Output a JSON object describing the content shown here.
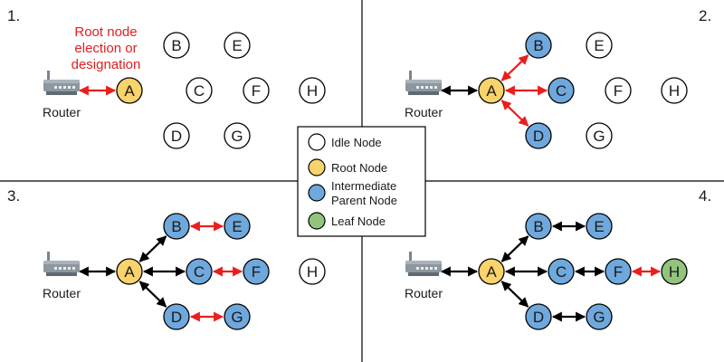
{
  "colors": {
    "idle": "#ffffff",
    "root": "#f9d36b",
    "parent": "#6fa8dc",
    "leaf": "#93c47d",
    "new_link": "#ee1c1c",
    "link": "#000000"
  },
  "router_label": "Router",
  "panels": [
    {
      "number": "1.",
      "note": [
        "Root node",
        "election or",
        "designation"
      ],
      "nodes": [
        {
          "id": "A",
          "state": "root"
        },
        {
          "id": "B",
          "state": "idle"
        },
        {
          "id": "C",
          "state": "idle"
        },
        {
          "id": "D",
          "state": "idle"
        },
        {
          "id": "E",
          "state": "idle"
        },
        {
          "id": "F",
          "state": "idle"
        },
        {
          "id": "G",
          "state": "idle"
        },
        {
          "id": "H",
          "state": "idle"
        }
      ],
      "links": [
        {
          "from": "Router",
          "to": "A",
          "new": true
        }
      ]
    },
    {
      "number": "2.",
      "nodes": [
        {
          "id": "A",
          "state": "root"
        },
        {
          "id": "B",
          "state": "parent"
        },
        {
          "id": "C",
          "state": "parent"
        },
        {
          "id": "D",
          "state": "parent"
        },
        {
          "id": "E",
          "state": "idle"
        },
        {
          "id": "F",
          "state": "idle"
        },
        {
          "id": "G",
          "state": "idle"
        },
        {
          "id": "H",
          "state": "idle"
        }
      ],
      "links": [
        {
          "from": "Router",
          "to": "A",
          "new": false
        },
        {
          "from": "A",
          "to": "B",
          "new": true
        },
        {
          "from": "A",
          "to": "C",
          "new": true
        },
        {
          "from": "A",
          "to": "D",
          "new": true
        }
      ]
    },
    {
      "number": "3.",
      "nodes": [
        {
          "id": "A",
          "state": "root"
        },
        {
          "id": "B",
          "state": "parent"
        },
        {
          "id": "C",
          "state": "parent"
        },
        {
          "id": "D",
          "state": "parent"
        },
        {
          "id": "E",
          "state": "parent"
        },
        {
          "id": "F",
          "state": "parent"
        },
        {
          "id": "G",
          "state": "parent"
        },
        {
          "id": "H",
          "state": "idle"
        }
      ],
      "links": [
        {
          "from": "Router",
          "to": "A",
          "new": false
        },
        {
          "from": "A",
          "to": "B",
          "new": false
        },
        {
          "from": "A",
          "to": "C",
          "new": false
        },
        {
          "from": "A",
          "to": "D",
          "new": false
        },
        {
          "from": "B",
          "to": "E",
          "new": true
        },
        {
          "from": "C",
          "to": "F",
          "new": true
        },
        {
          "from": "D",
          "to": "G",
          "new": true
        }
      ]
    },
    {
      "number": "4.",
      "nodes": [
        {
          "id": "A",
          "state": "root"
        },
        {
          "id": "B",
          "state": "parent"
        },
        {
          "id": "C",
          "state": "parent"
        },
        {
          "id": "D",
          "state": "parent"
        },
        {
          "id": "E",
          "state": "parent"
        },
        {
          "id": "F",
          "state": "parent"
        },
        {
          "id": "G",
          "state": "parent"
        },
        {
          "id": "H",
          "state": "leaf"
        }
      ],
      "links": [
        {
          "from": "Router",
          "to": "A",
          "new": false
        },
        {
          "from": "A",
          "to": "B",
          "new": false
        },
        {
          "from": "A",
          "to": "C",
          "new": false
        },
        {
          "from": "A",
          "to": "D",
          "new": false
        },
        {
          "from": "B",
          "to": "E",
          "new": false
        },
        {
          "from": "C",
          "to": "F",
          "new": false
        },
        {
          "from": "D",
          "to": "G",
          "new": false
        },
        {
          "from": "F",
          "to": "H",
          "new": true
        }
      ]
    }
  ],
  "legend": [
    {
      "state": "idle",
      "lines": [
        "Idle Node"
      ]
    },
    {
      "state": "root",
      "lines": [
        "Root Node"
      ]
    },
    {
      "state": "parent",
      "lines": [
        "Intermediate",
        "Parent Node"
      ]
    },
    {
      "state": "leaf",
      "lines": [
        "Leaf Node"
      ]
    }
  ]
}
